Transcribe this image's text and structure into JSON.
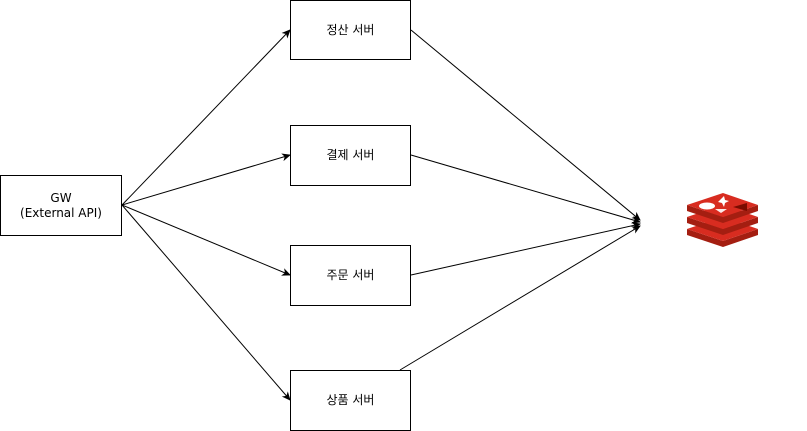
{
  "diagram": {
    "gateway": {
      "line1": "GW",
      "line2": "(External API)"
    },
    "servers": [
      {
        "label": "정산 서버"
      },
      {
        "label": "결제 서버"
      },
      {
        "label": "주문 서버"
      },
      {
        "label": "상품 서버"
      }
    ],
    "datastore": {
      "icon": "redis-icon"
    },
    "colors": {
      "line": "#000000",
      "redis_dark": "#a41e11",
      "redis_mid": "#d82c20",
      "redis_light": "#ffffff"
    }
  }
}
